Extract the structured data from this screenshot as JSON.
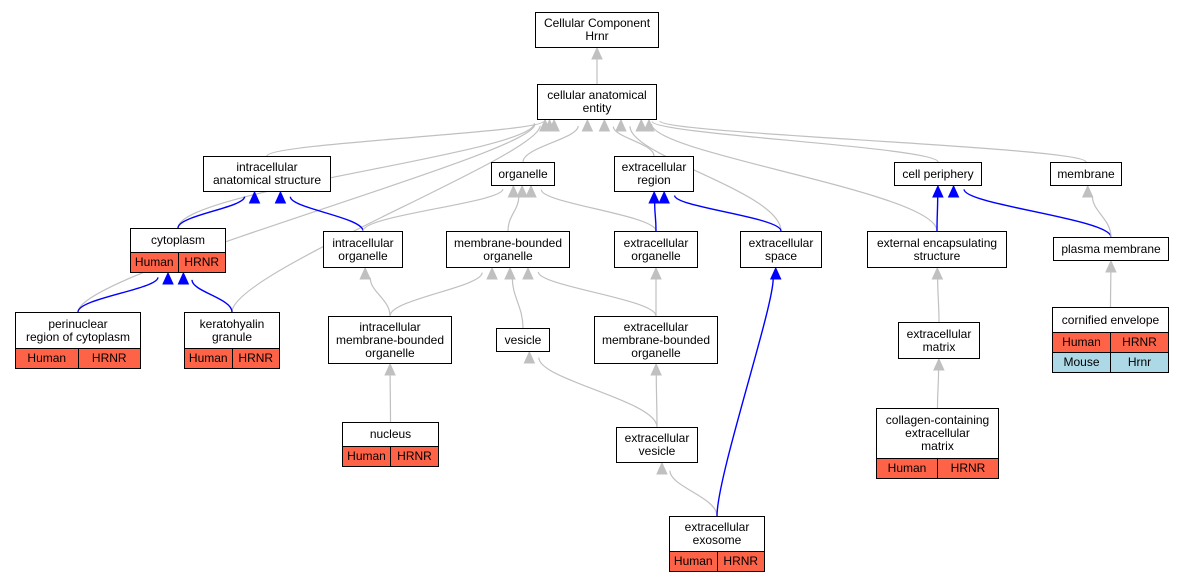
{
  "colors": {
    "human": "#ff6347",
    "mouse": "#add8e6",
    "is_a_edge": "#c0c0c0",
    "part_of_edge": "#0000ff"
  },
  "nodes": {
    "root": {
      "label": "Cellular Component\nHrnr"
    },
    "cae": {
      "label": "cellular anatomical\nentity"
    },
    "ias": {
      "label": "intracellular\nanatomical structure"
    },
    "organelle": {
      "label": "organelle"
    },
    "exreg": {
      "label": "extracellular\nregion"
    },
    "cellper": {
      "label": "cell periphery"
    },
    "membrane": {
      "label": "membrane"
    },
    "cytoplasm": {
      "label": "cytoplasm",
      "rows": [
        {
          "species": "Human",
          "gene": "HRNR"
        }
      ]
    },
    "intorg": {
      "label": "intracellular\norganelle"
    },
    "mbo": {
      "label": "membrane-bounded\norganelle"
    },
    "exorg": {
      "label": "extracellular\norganelle"
    },
    "exspace": {
      "label": "extracellular\nspace"
    },
    "ees": {
      "label": "external encapsulating\nstructure"
    },
    "plasma": {
      "label": "plasma membrane"
    },
    "perinuc": {
      "label": "perinuclear\nregion of cytoplasm",
      "rows": [
        {
          "species": "Human",
          "gene": "HRNR"
        }
      ]
    },
    "kerato": {
      "label": "keratohyalin\ngranule",
      "rows": [
        {
          "species": "Human",
          "gene": "HRNR"
        }
      ]
    },
    "imbo": {
      "label": "intracellular\nmembrane-bounded\norganelle"
    },
    "vesicle": {
      "label": "vesicle"
    },
    "embo": {
      "label": "extracellular\nmembrane-bounded\norganelle"
    },
    "exmatrix": {
      "label": "extracellular\nmatrix"
    },
    "cornified": {
      "label": "cornified envelope",
      "rows": [
        {
          "species": "Human",
          "gene": "HRNR"
        },
        {
          "species": "Mouse",
          "gene": "Hrnr"
        }
      ]
    },
    "nucleus": {
      "label": "nucleus",
      "rows": [
        {
          "species": "Human",
          "gene": "HRNR"
        }
      ]
    },
    "exves": {
      "label": "extracellular\nvesicle"
    },
    "collagen": {
      "label": "collagen-containing\nextracellular\nmatrix",
      "rows": [
        {
          "species": "Human",
          "gene": "HRNR"
        }
      ]
    },
    "exosome": {
      "label": "extracellular\nexosome",
      "rows": [
        {
          "species": "Human",
          "gene": "HRNR"
        }
      ]
    }
  },
  "edges": [
    {
      "from": "cae",
      "to": "root",
      "kind": "is_a"
    },
    {
      "from": "ias",
      "to": "cae",
      "kind": "is_a"
    },
    {
      "from": "organelle",
      "to": "cae",
      "kind": "is_a"
    },
    {
      "from": "exreg",
      "to": "cae",
      "kind": "is_a"
    },
    {
      "from": "cellper",
      "to": "cae",
      "kind": "is_a"
    },
    {
      "from": "membrane",
      "to": "cae",
      "kind": "is_a"
    },
    {
      "from": "cytoplasm",
      "to": "cae",
      "kind": "is_a"
    },
    {
      "from": "perinuc",
      "to": "cae",
      "kind": "is_a"
    },
    {
      "from": "kerato",
      "to": "cae",
      "kind": "is_a"
    },
    {
      "from": "exspace",
      "to": "cae",
      "kind": "is_a"
    },
    {
      "from": "ees",
      "to": "cae",
      "kind": "is_a"
    },
    {
      "from": "cytoplasm",
      "to": "ias",
      "kind": "part_of"
    },
    {
      "from": "intorg",
      "to": "ias",
      "kind": "part_of"
    },
    {
      "from": "intorg",
      "to": "organelle",
      "kind": "is_a"
    },
    {
      "from": "mbo",
      "to": "organelle",
      "kind": "is_a"
    },
    {
      "from": "exorg",
      "to": "organelle",
      "kind": "is_a"
    },
    {
      "from": "exorg",
      "to": "exreg",
      "kind": "part_of"
    },
    {
      "from": "exspace",
      "to": "exreg",
      "kind": "part_of"
    },
    {
      "from": "ees",
      "to": "cellper",
      "kind": "part_of"
    },
    {
      "from": "plasma",
      "to": "cellper",
      "kind": "part_of"
    },
    {
      "from": "plasma",
      "to": "membrane",
      "kind": "is_a"
    },
    {
      "from": "perinuc",
      "to": "cytoplasm",
      "kind": "part_of"
    },
    {
      "from": "kerato",
      "to": "cytoplasm",
      "kind": "part_of"
    },
    {
      "from": "imbo",
      "to": "intorg",
      "kind": "is_a"
    },
    {
      "from": "imbo",
      "to": "mbo",
      "kind": "is_a"
    },
    {
      "from": "vesicle",
      "to": "mbo",
      "kind": "is_a"
    },
    {
      "from": "embo",
      "to": "mbo",
      "kind": "is_a"
    },
    {
      "from": "embo",
      "to": "exorg",
      "kind": "is_a"
    },
    {
      "from": "exmatrix",
      "to": "ees",
      "kind": "is_a"
    },
    {
      "from": "cornified",
      "to": "plasma",
      "kind": "is_a"
    },
    {
      "from": "nucleus",
      "to": "imbo",
      "kind": "is_a"
    },
    {
      "from": "exves",
      "to": "vesicle",
      "kind": "is_a"
    },
    {
      "from": "exves",
      "to": "embo",
      "kind": "is_a"
    },
    {
      "from": "collagen",
      "to": "exmatrix",
      "kind": "is_a"
    },
    {
      "from": "exosome",
      "to": "exves",
      "kind": "is_a"
    },
    {
      "from": "exosome",
      "to": "exspace",
      "kind": "part_of"
    }
  ]
}
